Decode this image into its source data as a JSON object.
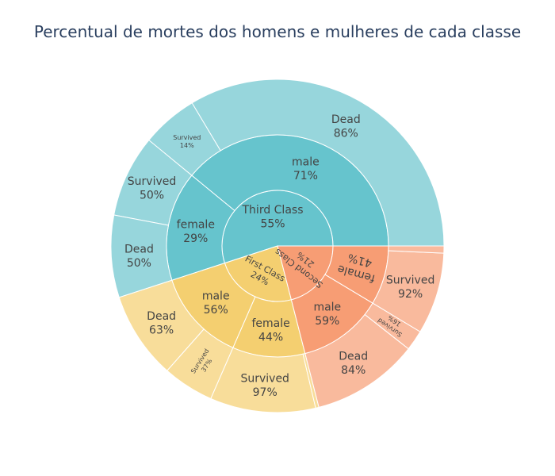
{
  "colors": {
    "root": {
      "Third Class": "#66c4cd",
      "Second Class": "#f79d74",
      "First Class": "#f4cf70"
    },
    "ring1": {
      "Third Class": "#66c4cd",
      "Second Class": "#f79d74",
      "First Class": "#f4cf70"
    },
    "ring2": {
      "Third Class": "#97d6dc",
      "Second Class": "#f9ba9d",
      "First Class": "#f8dd9a"
    }
  },
  "chart_data": {
    "type": "sunburst",
    "title": "Percentual de mortes dos homens e mulheres de cada classe",
    "hierarchy": [
      {
        "label": "Third Class",
        "percent": "55%",
        "share": 0.55,
        "children": [
          {
            "label": "male",
            "percent": "71%",
            "share": 0.71,
            "children": [
              {
                "label": "Dead",
                "percent": "86%",
                "share": 0.86
              },
              {
                "label": "Survived",
                "percent": "14%",
                "share": 0.14
              }
            ]
          },
          {
            "label": "female",
            "percent": "29%",
            "share": 0.29,
            "children": [
              {
                "label": "Survived",
                "percent": "50%",
                "share": 0.5
              },
              {
                "label": "Dead",
                "percent": "50%",
                "share": 0.5
              }
            ]
          }
        ]
      },
      {
        "label": "First Class",
        "percent": "24%",
        "share": 0.24,
        "children": [
          {
            "label": "male",
            "percent": "56%",
            "share": 0.56,
            "children": [
              {
                "label": "Dead",
                "percent": "63%",
                "share": 0.63
              },
              {
                "label": "Survived",
                "percent": "37%",
                "share": 0.37
              }
            ]
          },
          {
            "label": "female",
            "percent": "44%",
            "share": 0.44,
            "children": [
              {
                "label": "Survived",
                "percent": "97%",
                "share": 0.97
              },
              {
                "label": "",
                "percent": "",
                "share": 0.03
              }
            ]
          }
        ]
      },
      {
        "label": "Second Class",
        "percent": "21%",
        "share": 0.21,
        "children": [
          {
            "label": "male",
            "percent": "59%",
            "share": 0.59,
            "children": [
              {
                "label": "Dead",
                "percent": "84%",
                "share": 0.84
              },
              {
                "label": "Survived",
                "percent": "16%",
                "share": 0.16
              }
            ]
          },
          {
            "label": "female",
            "percent": "41%",
            "share": 0.41,
            "children": [
              {
                "label": "Survived",
                "percent": "92%",
                "share": 0.92
              },
              {
                "label": "",
                "percent": "",
                "share": 0.08
              }
            ]
          }
        ]
      }
    ]
  }
}
